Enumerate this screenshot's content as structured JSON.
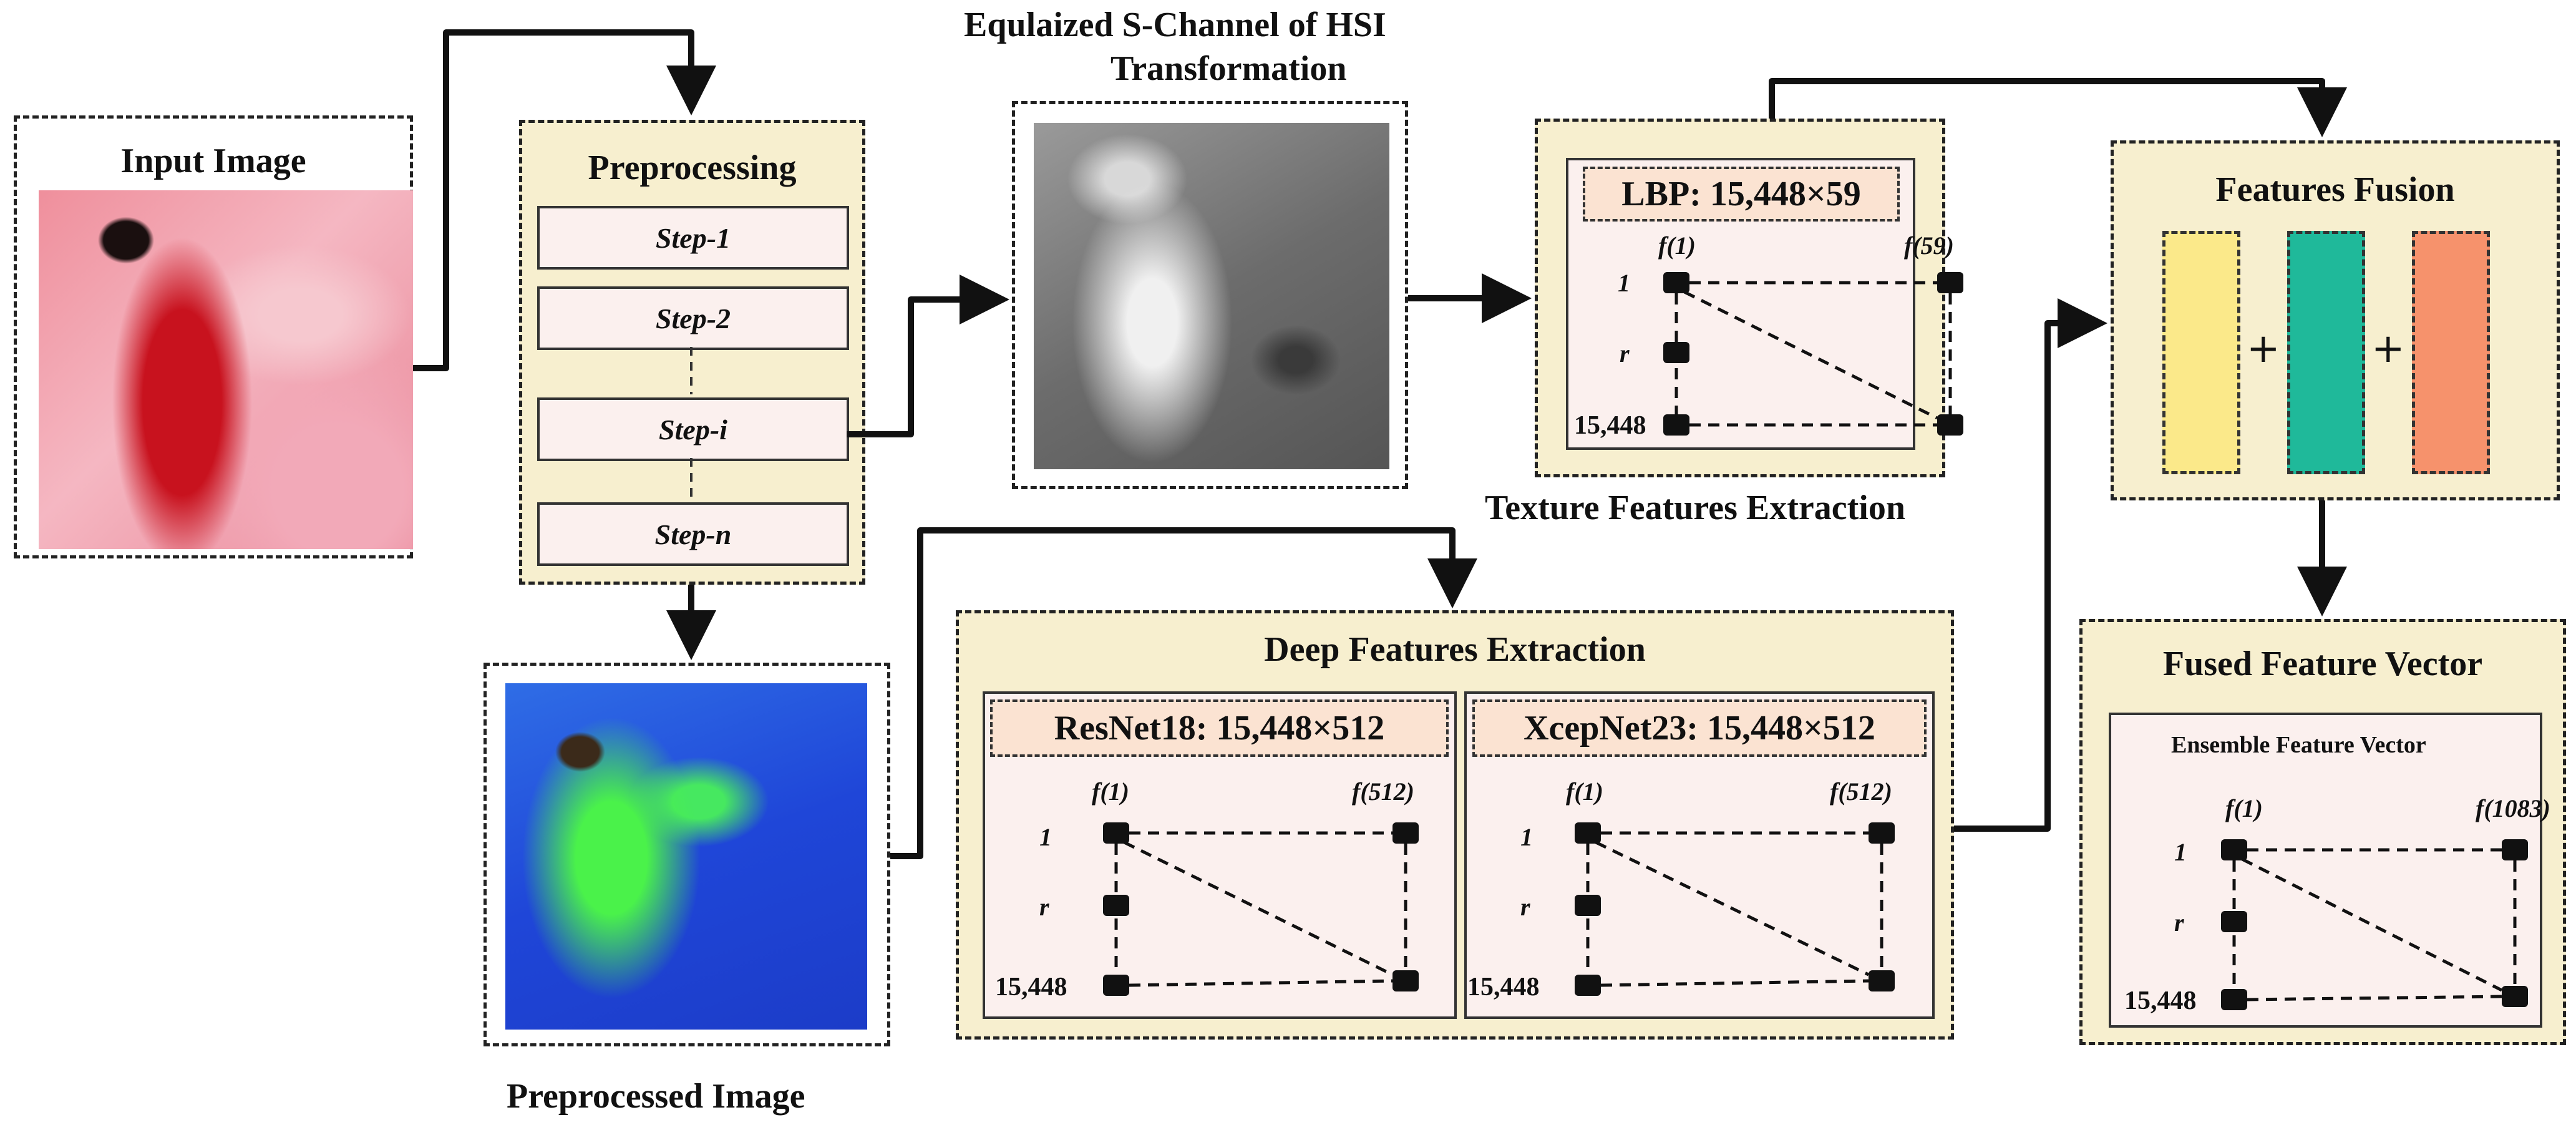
{
  "input": {
    "title": "Input Image"
  },
  "preprocessing": {
    "title": "Preprocessing",
    "steps": [
      "Step-1",
      "Step-2",
      "Step-i",
      "Step-n"
    ]
  },
  "preprocessed": {
    "caption": "Preprocessed Image"
  },
  "hsi": {
    "title_line1": "Equlaized S-Channel of HSI",
    "title_line2": "Transformation"
  },
  "texture": {
    "caption": "Texture Features Extraction",
    "matrix": {
      "label": "LBP: 15,448×59",
      "col_first": "f(1)",
      "col_last": "f(59)",
      "row_first": "1",
      "row_mid": "r",
      "row_last": "15,448"
    }
  },
  "deep": {
    "title": "Deep Features Extraction",
    "matrices": [
      {
        "label": "ResNet18: 15,448×512",
        "col_first": "f(1)",
        "col_last": "f(512)",
        "row_first": "1",
        "row_mid": "r",
        "row_last": "15,448"
      },
      {
        "label": "XcepNet23: 15,448×512",
        "col_first": "f(1)",
        "col_last": "f(512)",
        "row_first": "1",
        "row_mid": "r",
        "row_last": "15,448"
      }
    ]
  },
  "fusion": {
    "title": "Features Fusion",
    "plus1": "+",
    "plus2": "+",
    "colors": [
      "#fbe98a",
      "#1fb99a",
      "#f6926c"
    ]
  },
  "fused": {
    "title": "Fused Feature Vector",
    "subtitle": "Ensemble Feature Vector",
    "matrix": {
      "col_first": "f(1)",
      "col_last": "f(1083)",
      "row_first": "1",
      "row_mid": "r",
      "row_last": "15,448"
    }
  }
}
